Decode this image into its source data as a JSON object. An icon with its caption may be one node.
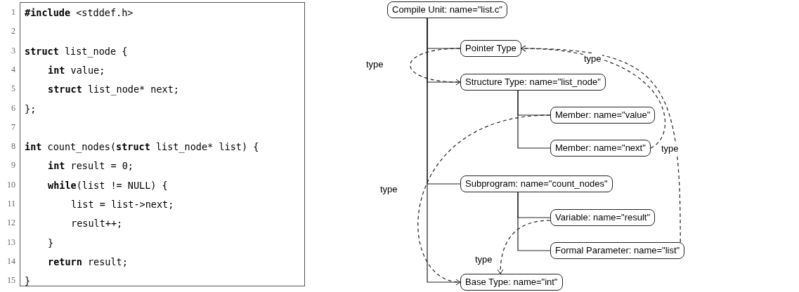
{
  "diagram": {
    "nodes": [
      {
        "text": [
          "**#include** <stddef.h>",
          "**struct** list_node {",
          "**int** value;",
          "**struct** list_node* next;",
          "};",
          "**int** count_nodes(**struct** list_node* list) {",
          "**int** result = 0;",
          "**while**(list != NULL) {",
          "list = list->next;",
          "result++;",
          "}",
          "**return** result;",
          "}"
        ]
      },
      {
        "text": [
          "Compile Unit: name=\"list.c\""
        ]
      },
      {
        "text": [
          "Pointer Type"
        ]
      },
      {
        "text": [
          "Structure Type: name=\"list_node\""
        ]
      },
      {
        "text": [
          "Member: name=\"value\""
        ]
      },
      {
        "text": [
          "Member: name=\"next\""
        ]
      },
      {
        "text": [
          "Subprogram: name=\"count_nodes\""
        ]
      },
      {
        "text": [
          "Variable: name=\"result\""
        ]
      },
      {
        "text": [
          "Formal Parameter: name=\"list\""
        ]
      },
      {
        "text": [
          "Base Type: name=\"int\""
        ]
      }
    ],
    "edges": [
      {
        "from": 1,
        "to": 2,
        "arrow": "none"
      },
      {
        "from": 1,
        "to": 3,
        "arrow": "none"
      },
      {
        "from": 3,
        "to": 4,
        "arrow": "none"
      },
      {
        "from": 3,
        "to": 5,
        "arrow": "none"
      },
      {
        "from": 1,
        "to": 6,
        "arrow": "none"
      },
      {
        "from": 6,
        "to": 7,
        "arrow": "none"
      },
      {
        "from": 6,
        "to": 8,
        "arrow": "none"
      },
      {
        "from": 1,
        "to": 9,
        "arrow": "none"
      },
      {
        "from": 2,
        "to": 3,
        "arrow": "to",
        "style": "dashed",
        "label": "type"
      },
      {
        "from": 5,
        "to": 2,
        "arrow": "to",
        "style": "dashed",
        "label": "type"
      },
      {
        "from": 4,
        "to": 9,
        "arrow": "to",
        "style": "dashed",
        "label": "type"
      },
      {
        "from": 8,
        "to": 2,
        "arrow": "to",
        "style": "dashed",
        "label": "type"
      },
      {
        "from": 7,
        "to": 9,
        "arrow": "to",
        "style": "dashed",
        "label": "type"
      }
    ],
    "labels": [
      "1",
      "2",
      "3",
      "4",
      "5",
      "6",
      "7",
      "8",
      "9",
      "10",
      "11",
      "12",
      "13",
      "14",
      "15"
    ]
  }
}
